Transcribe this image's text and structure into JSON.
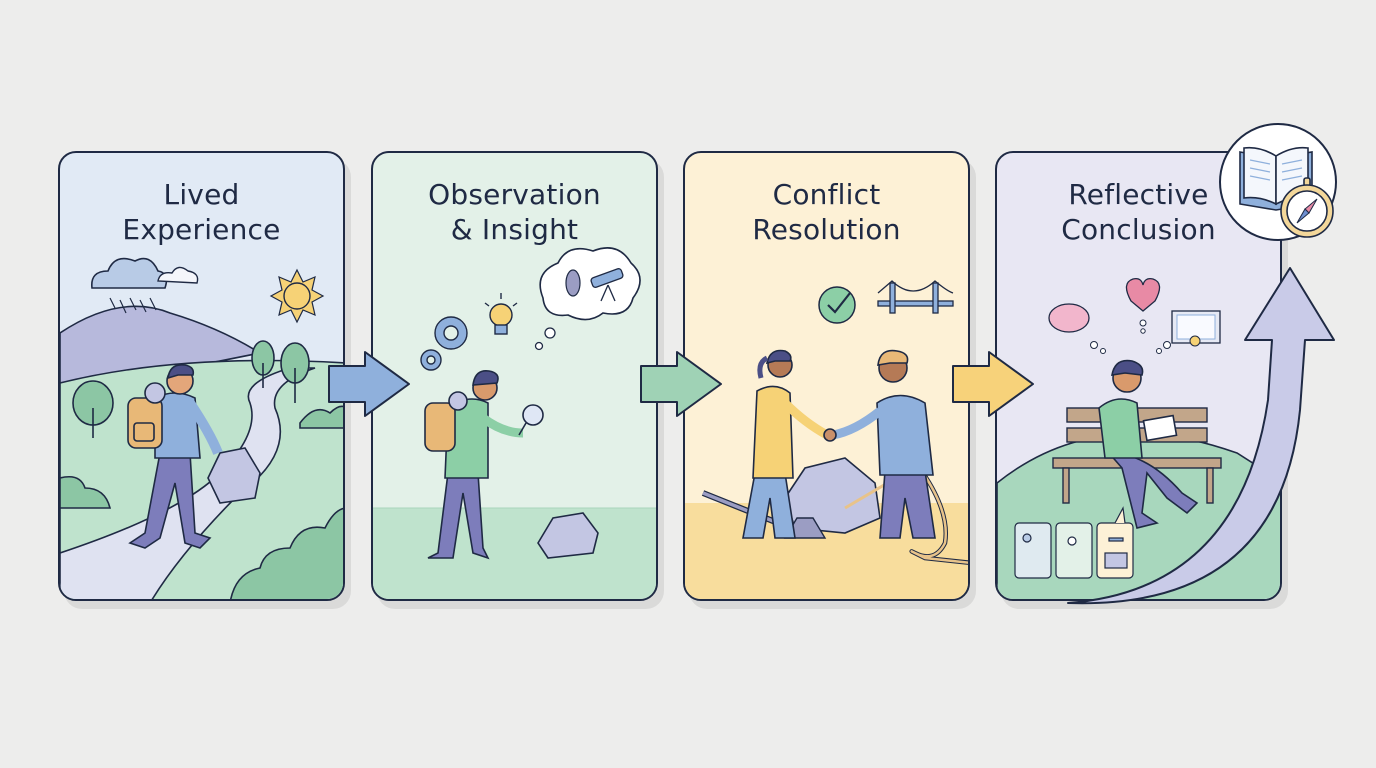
{
  "diagram": {
    "type": "process-flow",
    "direction": "left-to-right",
    "steps": [
      {
        "id": "lived-experience",
        "title": "Lived Experience",
        "title_line1": "Lived",
        "title_line2": "Experience",
        "background": "#e1eaf5",
        "scene": "hiker with backpack walking along winding path toward a boulder; rain cloud, sun, hills and trees"
      },
      {
        "id": "observation-insight",
        "title": "Observation & Insight",
        "title_line1": "Observation",
        "title_line2": "& Insight",
        "background": "#e3f1e8",
        "scene": "hiker inspecting boulder with magnifying glass; gears, lightbulb, thought bubble with footprint and telescope"
      },
      {
        "id": "conflict-resolution",
        "title": "Conflict Resolution",
        "title_line1": "Conflict",
        "title_line2": "Resolution",
        "background": "#fdf1d6",
        "scene": "two people shaking hands over a boulder with lever and rope; check mark and bridge icons"
      },
      {
        "id": "reflective-conclusion",
        "title": "Reflective Conclusion",
        "title_line1": "Reflective",
        "title_line2": "Conclusion",
        "background": "#e8e7f3",
        "scene": "person on bench writing in journal; thoughts of brain, heart, certificate; mini storyboard of previous steps; upward growth arrow"
      }
    ],
    "connectors": [
      {
        "from": "lived-experience",
        "to": "observation-insight",
        "color": "#8fb0dc"
      },
      {
        "from": "observation-insight",
        "to": "conflict-resolution",
        "color": "#9fd2b5"
      },
      {
        "from": "conflict-resolution",
        "to": "reflective-conclusion",
        "color": "#f7d27a"
      }
    ],
    "growth_arrow": {
      "color": "#c9cbe8",
      "direction": "up"
    },
    "badge": {
      "icons": [
        "open-book-icon",
        "compass-icon"
      ]
    },
    "colors": {
      "outline": "#1f2a44",
      "page_background": "#ededec",
      "rock": "#c3c6e3",
      "backpack": "#e8b877",
      "pants": "#7d7dbb"
    }
  }
}
